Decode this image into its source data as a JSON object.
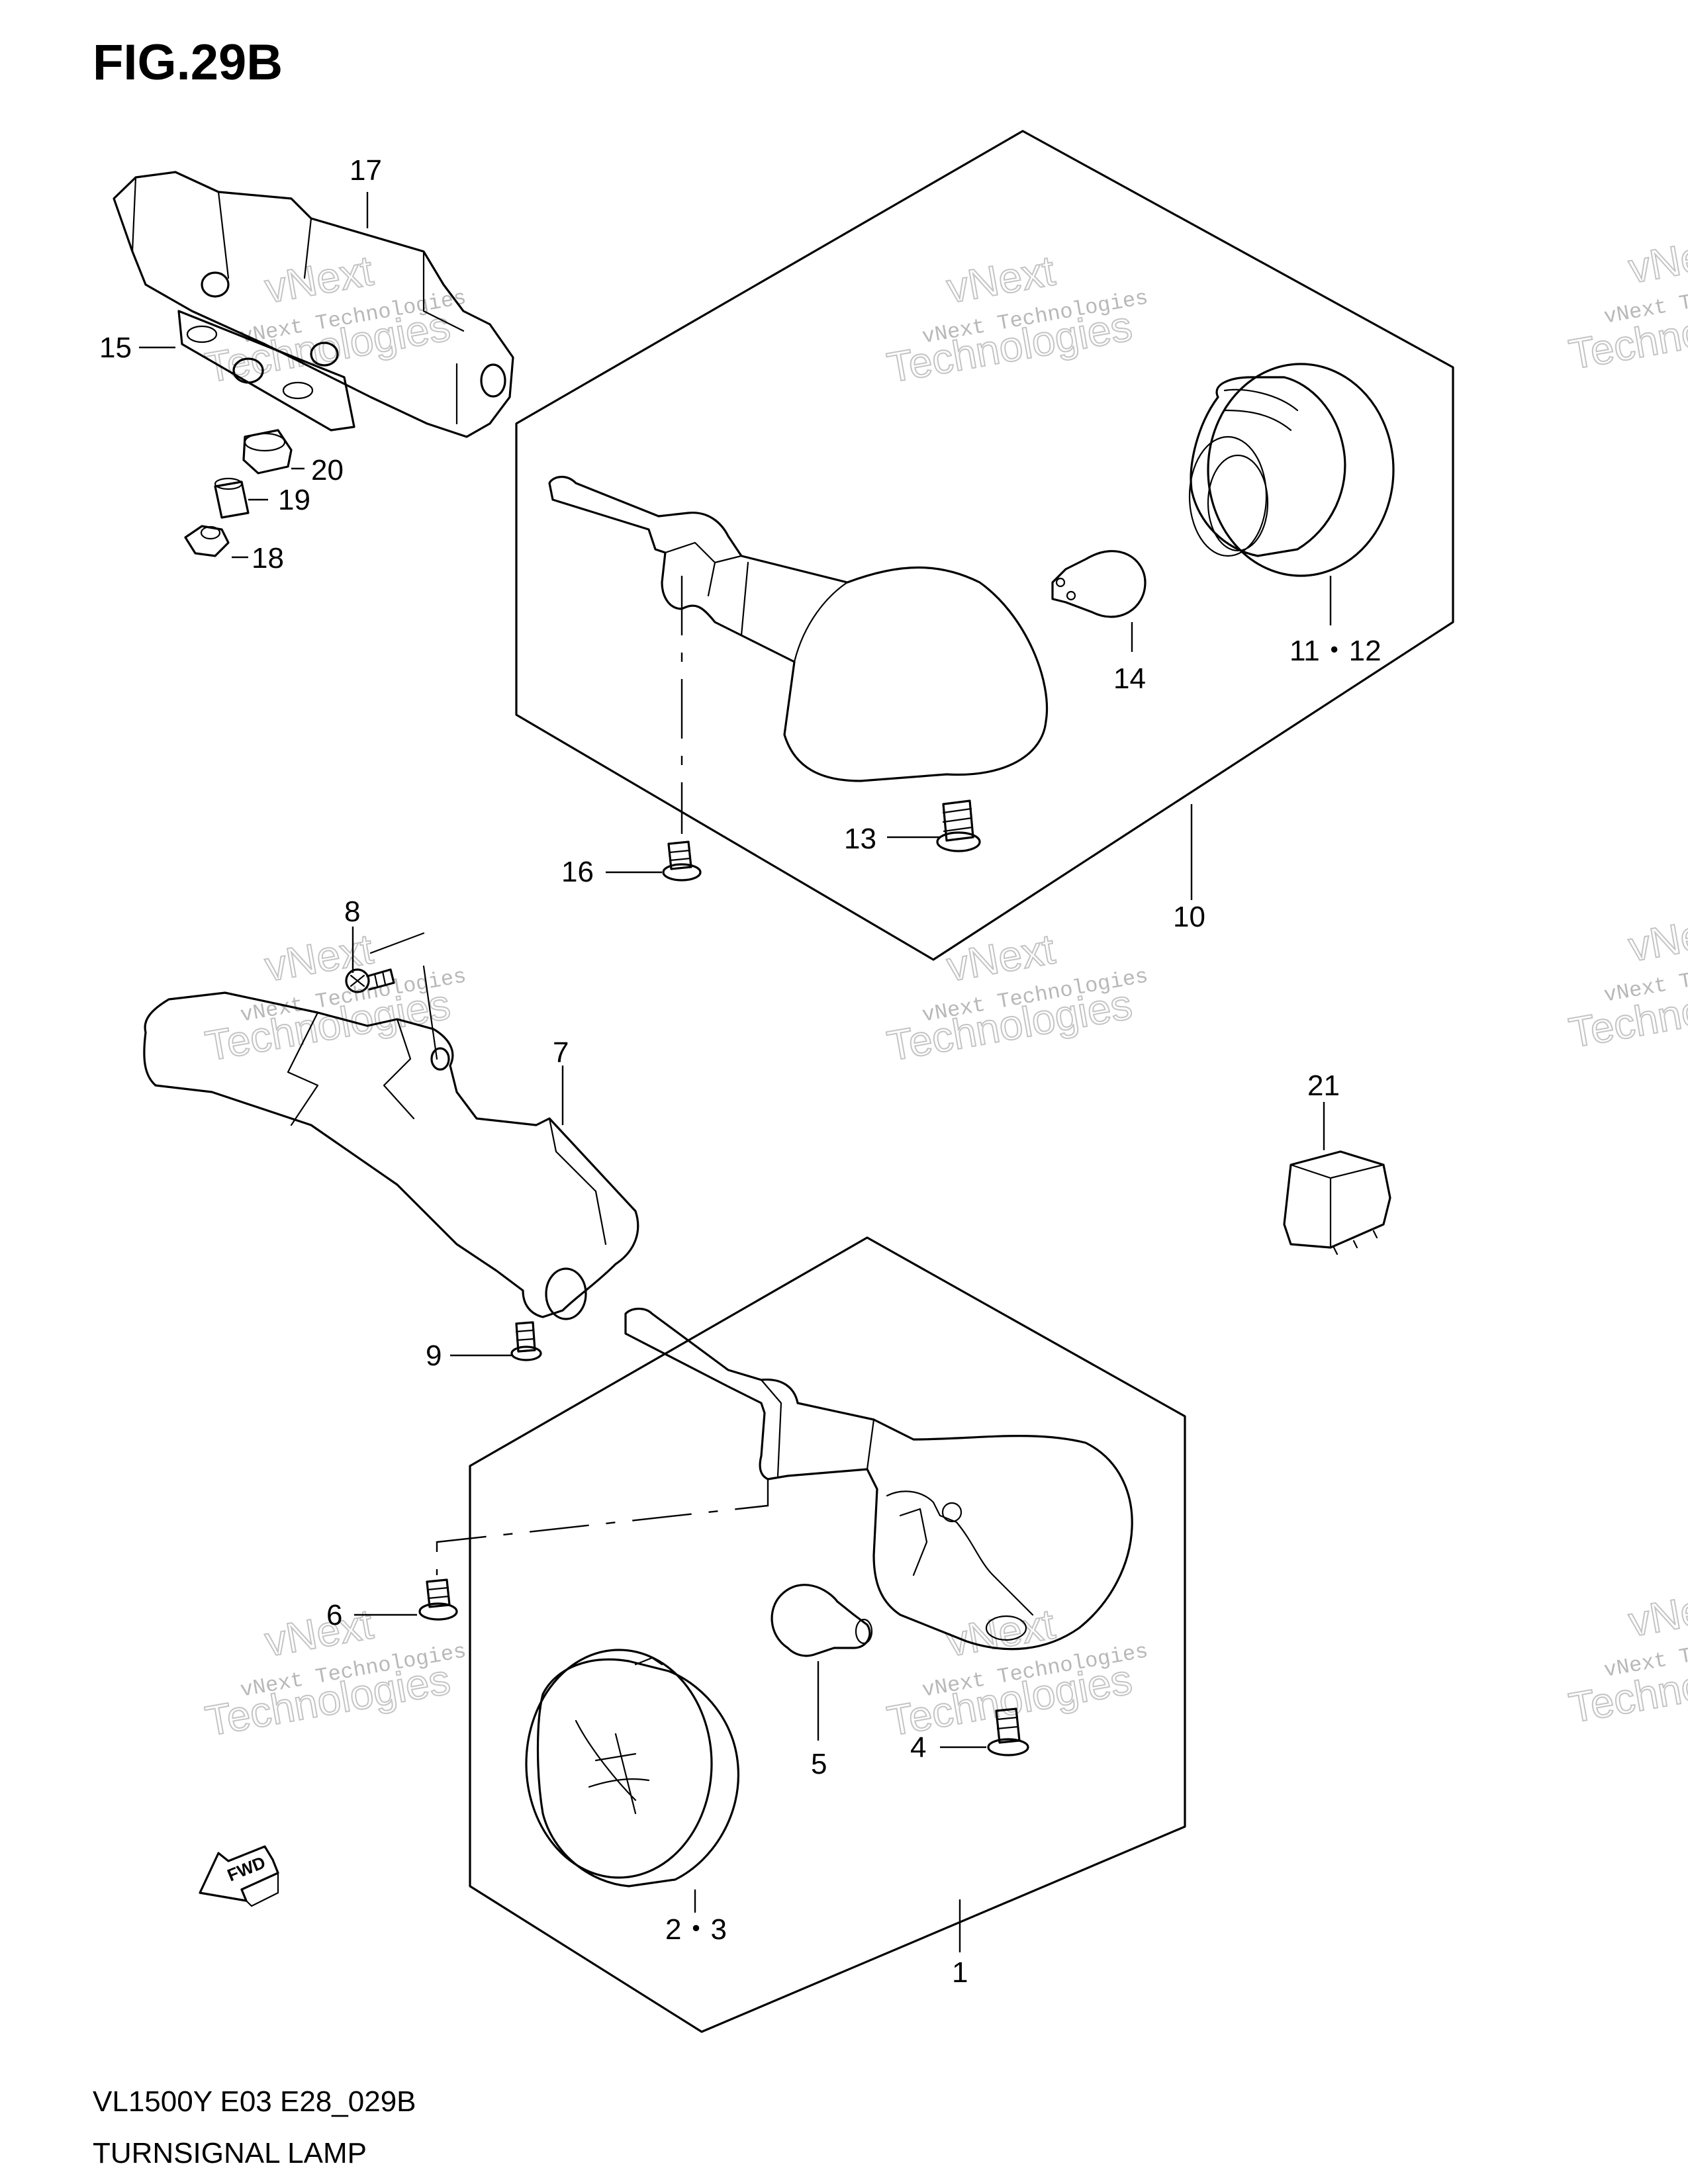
{
  "figure": {
    "title": "FIG.29B",
    "model_code": "VL1500Y E03 E28_029B",
    "caption": "TURNSIGNAL LAMP"
  },
  "fwd_label": "FWD",
  "watermark": {
    "line1": "vNext Technologies",
    "line2a": "vNext",
    "line2b": "Technologies"
  },
  "callouts": {
    "c1": "1",
    "c2": "2・3",
    "c4": "4",
    "c5": "5",
    "c6": "6",
    "c7": "7",
    "c8": "8",
    "c9": "9",
    "c10": "10",
    "c11": "11・12",
    "c13": "13",
    "c14": "14",
    "c15": "15",
    "c16": "16",
    "c17": "17",
    "c18": "18",
    "c19": "19",
    "c20": "20",
    "c21": "21"
  }
}
